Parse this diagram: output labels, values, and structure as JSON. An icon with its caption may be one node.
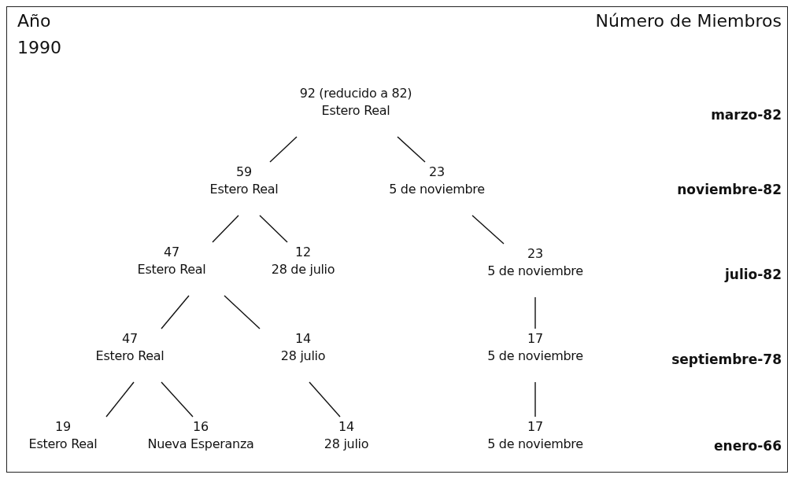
{
  "diagram": {
    "nodes": [
      {
        "text": [
          "92 (reducido a 82)",
          "Estero Real"
        ]
      },
      {
        "text": [
          "59",
          "Estero Real"
        ]
      },
      {
        "text": [
          "23",
          "5 de noviembre"
        ]
      },
      {
        "text": [
          "47",
          "Estero Real"
        ]
      },
      {
        "text": [
          "12",
          "28 de julio"
        ]
      },
      {
        "text": [
          "23",
          "5 de noviembre"
        ]
      },
      {
        "text": [
          "47",
          "Estero Real"
        ]
      },
      {
        "text": [
          "14",
          "28 julio"
        ]
      },
      {
        "text": [
          "17",
          "5 de noviembre"
        ]
      },
      {
        "text": [
          "19",
          "Estero Real"
        ]
      },
      {
        "text": [
          "16",
          "Nueva Esperanza"
        ]
      },
      {
        "text": [
          "14",
          "28 julio"
        ]
      },
      {
        "text": [
          "17",
          "5 de noviembre"
        ]
      }
    ],
    "edges": [
      {
        "from": 0,
        "to": 1,
        "arrow": "none"
      },
      {
        "from": 0,
        "to": 2,
        "arrow": "none"
      },
      {
        "from": 1,
        "to": 3,
        "arrow": "none"
      },
      {
        "from": 1,
        "to": 4,
        "arrow": "none"
      },
      {
        "from": 2,
        "to": 5,
        "arrow": "none"
      },
      {
        "from": 3,
        "to": 6,
        "arrow": "none"
      },
      {
        "from": 3,
        "to": 7,
        "arrow": "none"
      },
      {
        "from": 5,
        "to": 8,
        "arrow": "none"
      },
      {
        "from": 6,
        "to": 9,
        "arrow": "none"
      },
      {
        "from": 6,
        "to": 10,
        "arrow": "none"
      },
      {
        "from": 7,
        "to": 11,
        "arrow": "none"
      },
      {
        "from": 8,
        "to": 12,
        "arrow": "none"
      }
    ],
    "labels": [
      "Año",
      "1990",
      "Número de Miembros",
      "marzo-82",
      "noviembre-82",
      "julio-82",
      "septiembre-78",
      "enero-66"
    ]
  }
}
